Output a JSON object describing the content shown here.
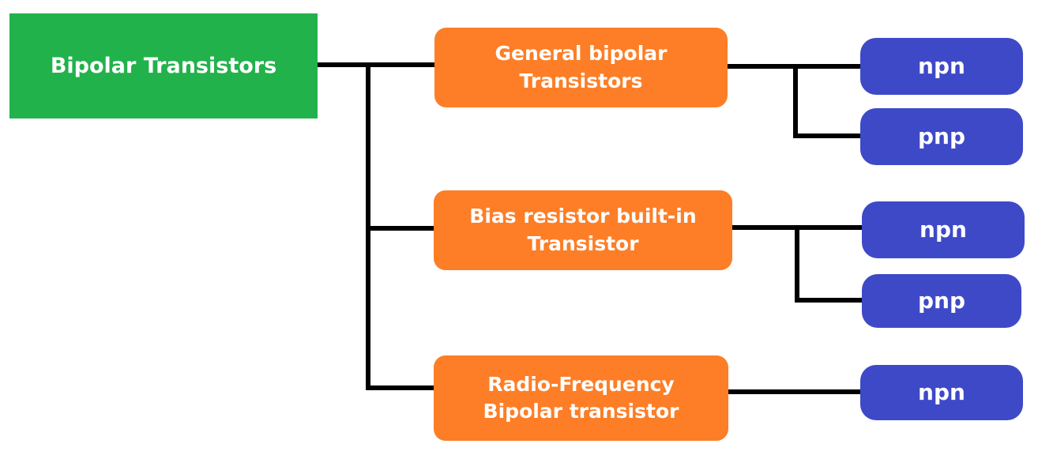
{
  "colors": {
    "root": "#22b24c",
    "category": "#fd7e26",
    "leaf": "#3e49c8",
    "connector": "#000000",
    "text": "#ffffff"
  },
  "root": {
    "label": "Bipolar Transistors"
  },
  "categories": [
    {
      "label": "General bipolar\nTransistors",
      "children": [
        {
          "label": "npn"
        },
        {
          "label": "pnp"
        }
      ]
    },
    {
      "label": "Bias resistor built-in\nTransistor",
      "children": [
        {
          "label": "npn"
        },
        {
          "label": "pnp"
        }
      ]
    },
    {
      "label": "Radio-Frequency\nBipolar transistor",
      "children": [
        {
          "label": "npn"
        }
      ]
    }
  ]
}
